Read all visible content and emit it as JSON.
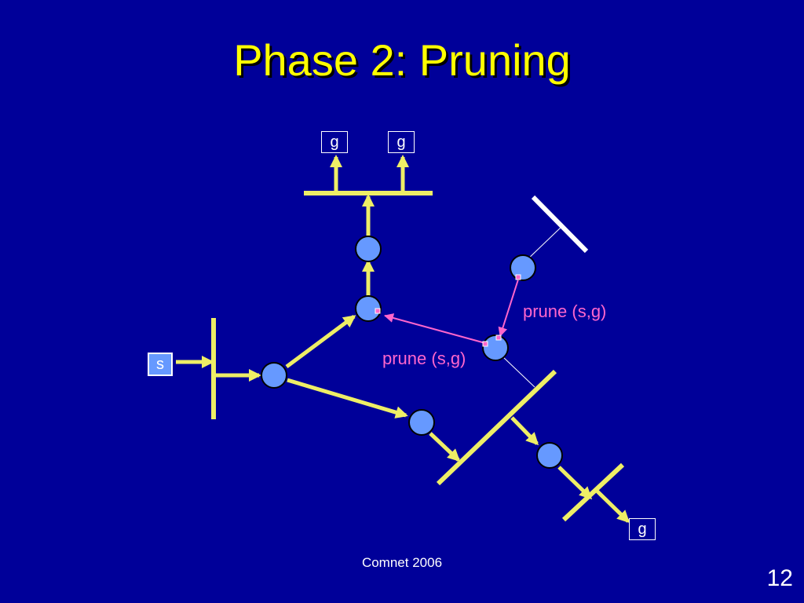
{
  "slide": {
    "title": "Phase 2: Pruning",
    "footer": "Comnet 2006",
    "page_number": "12"
  },
  "diagram": {
    "source_label": "s",
    "group_labels": [
      "g",
      "g",
      "g"
    ],
    "prune_labels": [
      "prune (s,g)",
      "prune (s,g)"
    ],
    "colors": {
      "background": "#000099",
      "link": "#eeee66",
      "router": "#6699ff",
      "prune": "#ff66cc",
      "title": "#ffff00"
    }
  }
}
